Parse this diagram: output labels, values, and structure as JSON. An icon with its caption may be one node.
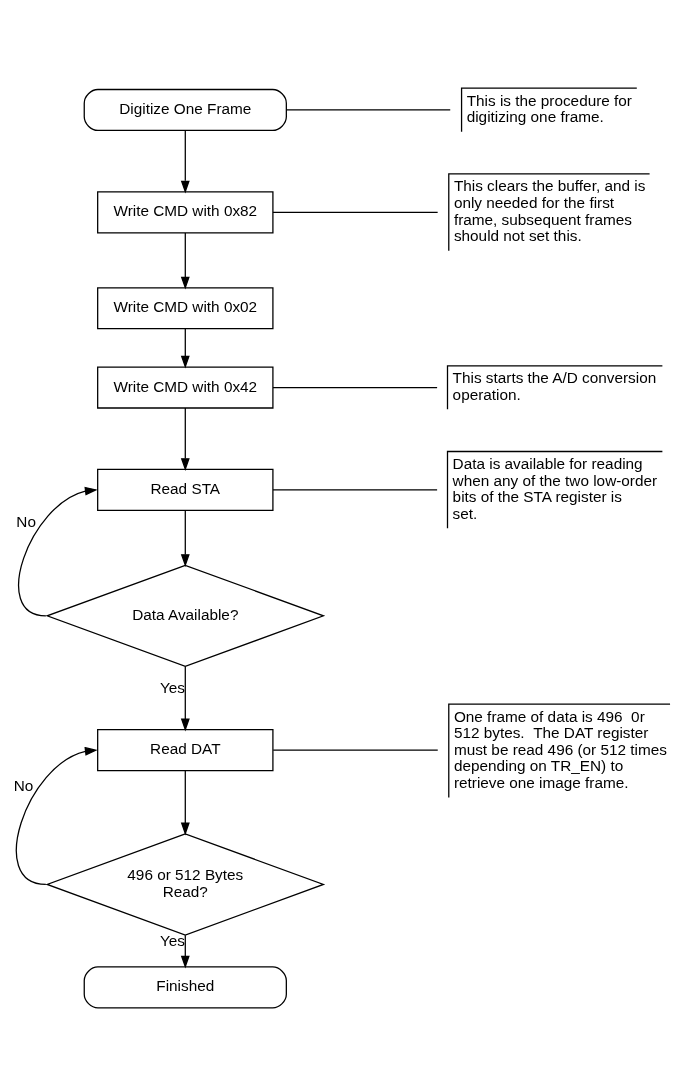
{
  "diagram": {
    "nodes": [
      {
        "text": [
          "Digitize One Frame"
        ]
      },
      {
        "text": [
          "Write CMD with 0x82"
        ]
      },
      {
        "text": [
          "Write CMD with 0x02"
        ]
      },
      {
        "text": [
          "Write CMD with 0x42"
        ]
      },
      {
        "text": [
          "Read STA"
        ]
      },
      {
        "text": [
          "Data Available?"
        ]
      },
      {
        "text": [
          "Read DAT"
        ]
      },
      {
        "text": [
          "496 or 512 Bytes Read?"
        ]
      },
      {
        "text": [
          "Finished"
        ]
      },
      {
        "text": [
          "This is the procedure for digitizing one frame."
        ]
      },
      {
        "text": [
          "This clears the buffer, and is only needed for the first frame, subsequent frames should not set this."
        ]
      },
      {
        "text": [
          "This starts the A/D conversion operation."
        ]
      },
      {
        "text": [
          "Data is available for reading when any of the two low-order bits of the STA register is set."
        ]
      },
      {
        "text": [
          "One frame of data is 496  0r 512 bytes.  The DAT register must be read 496 (or 512 times depending on TR_EN) to retrieve one image frame."
        ]
      }
    ],
    "edges": [
      {
        "from": 0,
        "to": 1,
        "arrow": "to"
      },
      {
        "from": 1,
        "to": 2,
        "arrow": "to"
      },
      {
        "from": 2,
        "to": 3,
        "arrow": "to"
      },
      {
        "from": 3,
        "to": 4,
        "arrow": "to"
      },
      {
        "from": 4,
        "to": 5,
        "arrow": "to"
      },
      {
        "from": 5,
        "to": 4,
        "arrow": "to",
        "label": "No"
      },
      {
        "from": 5,
        "to": 6,
        "arrow": "to",
        "label": "Yes"
      },
      {
        "from": 6,
        "to": 7,
        "arrow": "to"
      },
      {
        "from": 7,
        "to": 6,
        "arrow": "to",
        "label": "No"
      },
      {
        "from": 7,
        "to": 8,
        "arrow": "to",
        "label": "Yes"
      },
      {
        "from": 0,
        "to": 9,
        "arrow": "none"
      },
      {
        "from": 1,
        "to": 10,
        "arrow": "none"
      },
      {
        "from": 3,
        "to": 11,
        "arrow": "none"
      },
      {
        "from": 4,
        "to": 12,
        "arrow": "none"
      },
      {
        "from": 6,
        "to": 13,
        "arrow": "none"
      }
    ]
  }
}
